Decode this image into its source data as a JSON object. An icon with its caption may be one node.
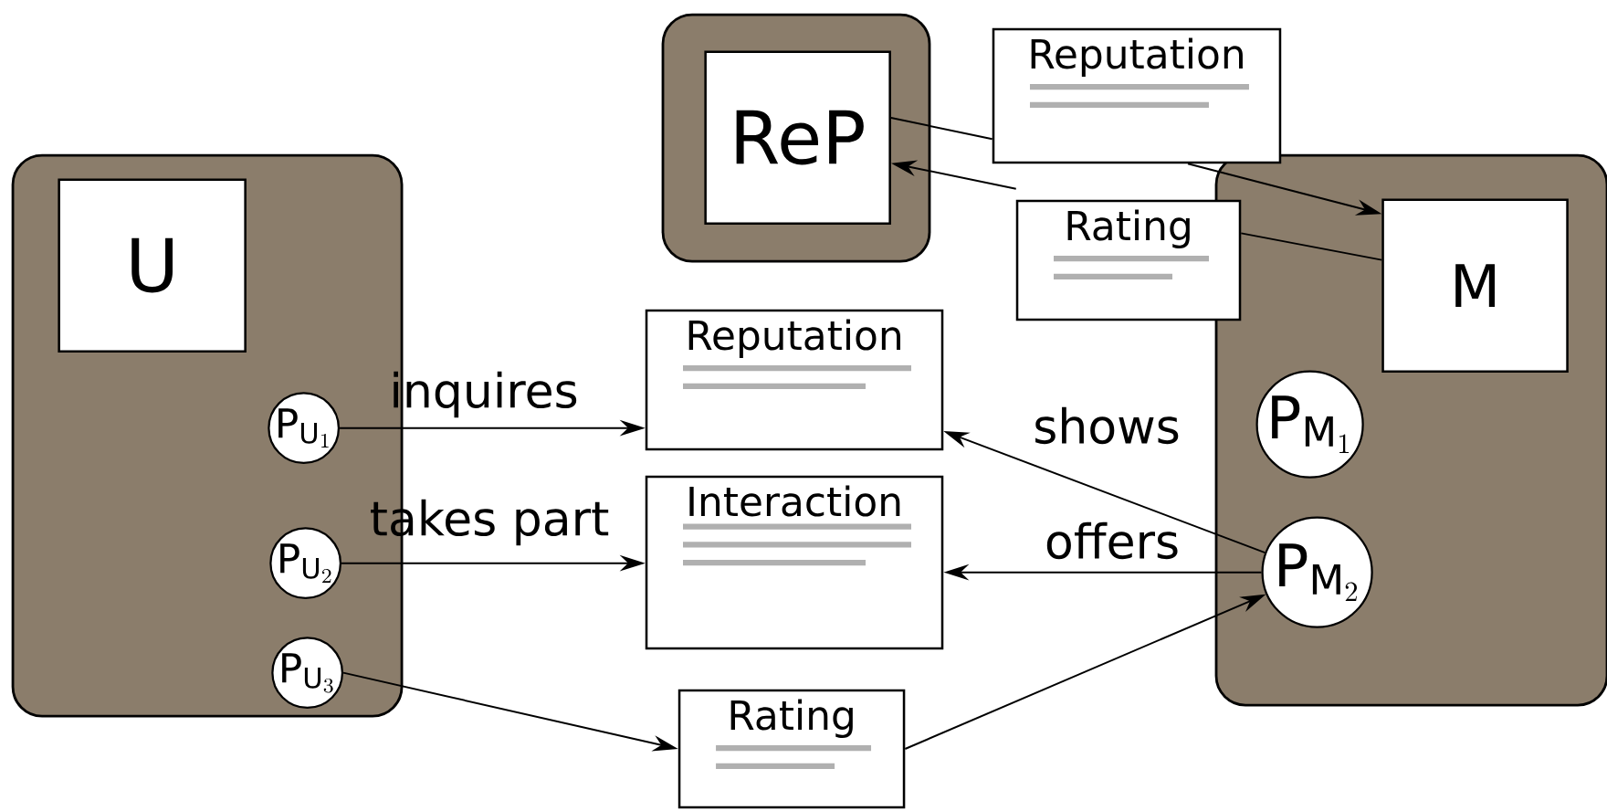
{
  "diagram": {
    "nodes": [
      {
        "text": [],
        "shape": "box"
      },
      {
        "text": [
          "U"
        ],
        "in": 0
      },
      {
        "text": [
          "\\mathrm{P}_{\\mathrm{U}_1}"
        ],
        "in": 0
      },
      {
        "text": [
          "\\mathrm{P}_{\\mathrm{U}_2}"
        ],
        "in": 0
      },
      {
        "text": [
          "\\mathrm{P}_{\\mathrm{U}_3}"
        ],
        "in": 0
      },
      {
        "text": [],
        "shape": "box"
      },
      {
        "text": [
          "ReP"
        ],
        "in": 5
      },
      {
        "text": [
          "Reputation"
        ]
      },
      {
        "text": [
          "Rating"
        ]
      },
      {
        "text": [],
        "shape": "box"
      },
      {
        "text": [
          "M"
        ],
        "in": 9
      },
      {
        "text": [
          "\\mathrm{P}_{\\mathrm{M}_1}"
        ],
        "in": 9
      },
      {
        "text": [
          "\\mathrm{P}_{\\mathrm{M}_2}"
        ],
        "in": 9
      },
      {
        "text": [
          "Reputation"
        ]
      },
      {
        "text": [
          "Interaction"
        ]
      },
      {
        "text": [
          "Rating"
        ]
      }
    ],
    "edges": [
      {
        "from": 2,
        "to": 13,
        "arrow": "to",
        "label": "inquires"
      },
      {
        "from": 3,
        "to": 14,
        "arrow": "to",
        "label": "takes part"
      },
      {
        "from": 4,
        "to": 15,
        "arrow": "to"
      },
      {
        "from": 15,
        "to": 12,
        "arrow": "to"
      },
      {
        "from": 12,
        "to": 13,
        "arrow": "to",
        "label": "shows"
      },
      {
        "from": 12,
        "to": 14,
        "arrow": "to",
        "label": "offers"
      },
      {
        "from": 6,
        "to": 7,
        "arrow": "none"
      },
      {
        "from": 7,
        "to": 10,
        "arrow": "to"
      },
      {
        "from": 10,
        "to": 8,
        "arrow": "none"
      },
      {
        "from": 8,
        "to": 6,
        "arrow": "to"
      }
    ]
  }
}
